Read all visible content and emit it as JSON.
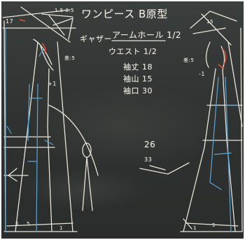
{
  "board": {
    "title": "ワンピース B原型",
    "gathers": "ギャザー",
    "armhole": "アームホール 1/2",
    "waist": "ウエスト 1/2",
    "w18": "袖丈 18",
    "w15": "袖山 15",
    "w30": "袖口 30",
    "n26": "26",
    "n33": "33",
    "n17": "17",
    "left_num": "1.5  0.5",
    "left_ease": "差:5",
    "left_plus1": "+1",
    "left_5a": "5",
    "left_5b": "5",
    "left_1": "1",
    "right_ease": "差:5",
    "right_m1": "-1",
    "right_15": "15",
    "right_5": "5",
    "right_1": "1"
  },
  "colors": {
    "board": "#2f3230",
    "chalk_white": "#eeeae0",
    "chalk_blue": "#5aa6d6",
    "chalk_red": "#d9553a",
    "frame": "#ffffff"
  }
}
